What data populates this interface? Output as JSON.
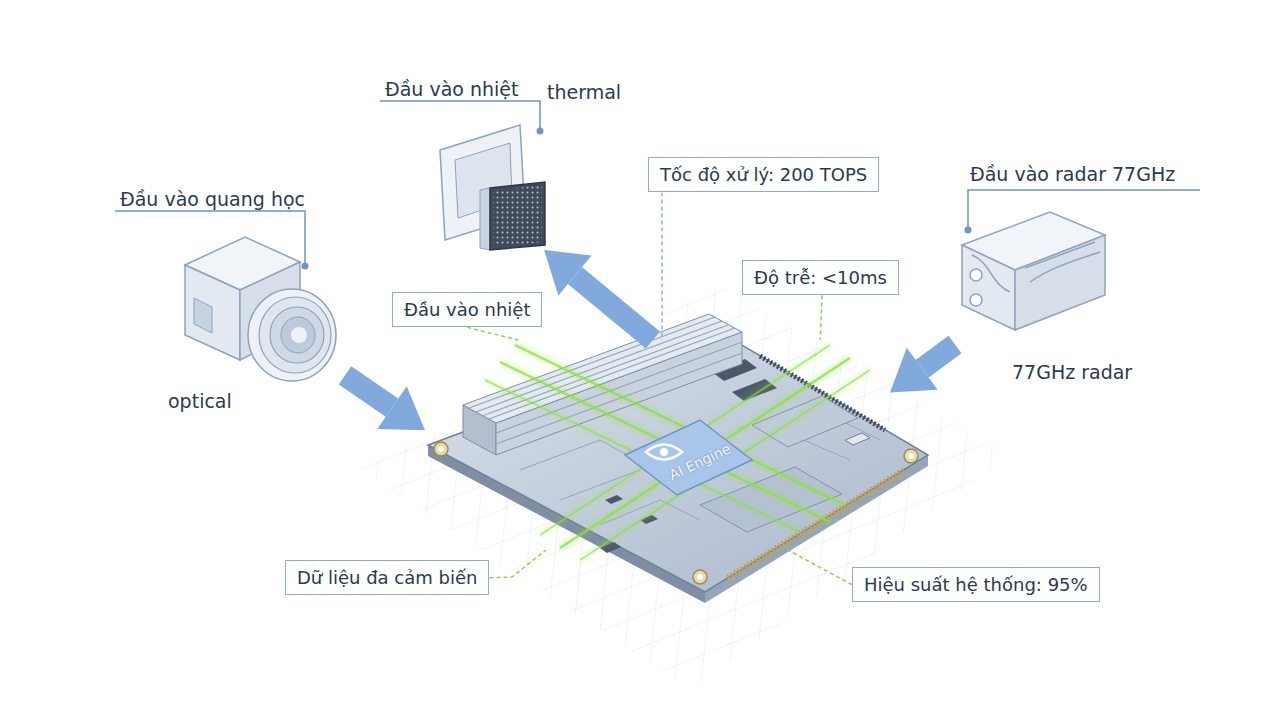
{
  "diagram": {
    "nodes": [
      {
        "text": [
          "Đầu vào nhiệt",
          "thermal"
        ]
      },
      {
        "text": [
          "Tốc độ xử lý: 200 TOPS"
        ]
      },
      {
        "text": [
          "Đầu vào radar 77GHz",
          "77GHz radar"
        ]
      },
      {
        "text": [
          "Đầu vào quang học",
          "optical"
        ]
      },
      {
        "text": [
          "Độ trễ: <10ms"
        ]
      },
      {
        "text": [
          "Đầu vào nhiệt"
        ]
      },
      {
        "text": [
          "AI Engine"
        ]
      },
      {
        "text": [
          "Dữ liệu đa cảm biến"
        ]
      },
      {
        "text": [
          "Hiệu suất hệ thống: 95%"
        ]
      }
    ],
    "edges": [
      {
        "from": 3,
        "to": 6,
        "arrow": "to"
      },
      {
        "from": 2,
        "to": 6,
        "arrow": "to"
      },
      {
        "from": 6,
        "to": 0,
        "arrow": "to"
      },
      {
        "from": 1,
        "to": 6,
        "arrow": "none"
      },
      {
        "from": 4,
        "to": 6,
        "arrow": "none"
      },
      {
        "from": 5,
        "to": 6,
        "arrow": "none"
      },
      {
        "from": 7,
        "to": 6,
        "arrow": "none"
      },
      {
        "from": 8,
        "to": 6,
        "arrow": "none"
      }
    ]
  }
}
